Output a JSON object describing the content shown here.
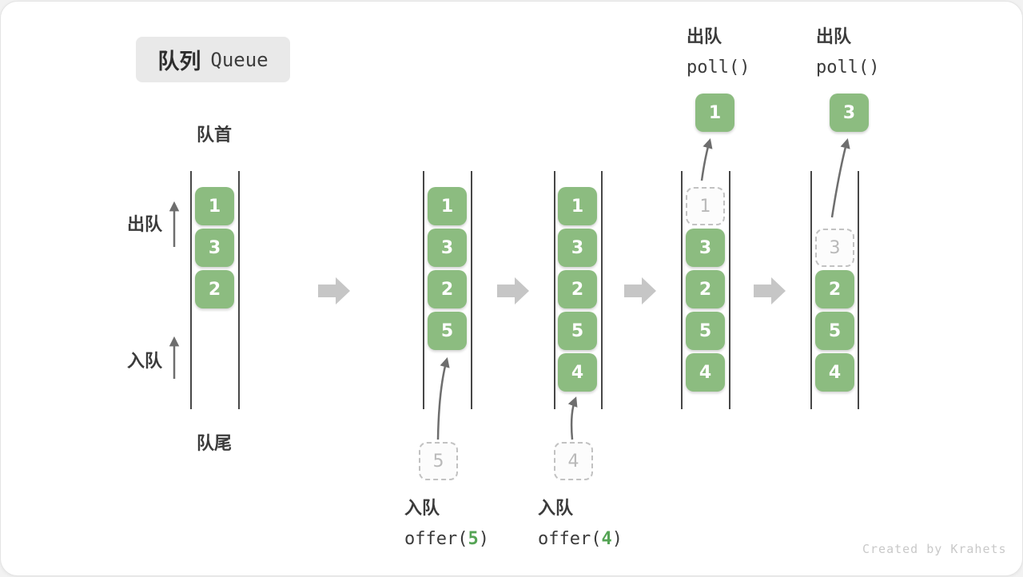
{
  "title": {
    "zh": "队列",
    "en": "Queue"
  },
  "labels": {
    "front": "队首",
    "rear": "队尾",
    "dequeue": "出队",
    "enqueue": "入队"
  },
  "code": {
    "poll": "poll()",
    "offer_open": "offer(",
    "close": ")"
  },
  "queue_states": [
    {
      "blocks": [
        "1",
        "3",
        "2"
      ]
    },
    {
      "blocks": [
        "1",
        "3",
        "2",
        "5"
      ],
      "incoming": "5"
    },
    {
      "blocks": [
        "1",
        "3",
        "2",
        "5",
        "4"
      ],
      "incoming": "4"
    },
    {
      "blocks": [
        "3",
        "2",
        "5",
        "4"
      ],
      "removed": "1",
      "outgoing": "1"
    },
    {
      "blocks": [
        "2",
        "5",
        "4"
      ],
      "removed": "3",
      "outgoing": "3"
    }
  ],
  "watermark": "Created by Krahets",
  "colors": {
    "block_green": "#8CBC80",
    "code_green": "#55A455",
    "step_arrow_gray": "#C6C6C6"
  }
}
